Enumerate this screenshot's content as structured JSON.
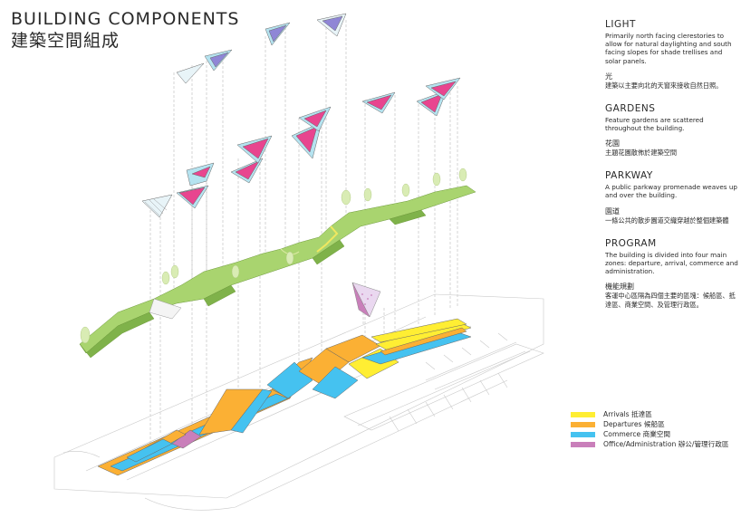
{
  "header": {
    "title": "BUILDING COMPONENTS",
    "subtitle": "建築空間組成"
  },
  "sections": [
    {
      "heading": "LIGHT",
      "body": "Primarily north facing clerestories to allow for natural daylighting and south facing slopes for shade trellises and solar panels.",
      "zh_heading": "光",
      "zh_body": "建築以主要向北的天窗來接收自然日照。"
    },
    {
      "heading": "GARDENS",
      "body": "Feature gardens are scattered throughout the building.",
      "zh_heading": "花園",
      "zh_body": "主題花園散佈於建築空間"
    },
    {
      "heading": "PARKWAY",
      "body": "A public parkway promenade weaves up and over the building.",
      "zh_heading": "園道",
      "zh_body": "一條公共的散步園道交織穿越於整個建築體"
    },
    {
      "heading": "PROGRAM",
      "body": "The building is divided into four main zones: departure, arrival, commerce and administration.",
      "zh_heading": "機能規劃",
      "zh_body": "客運中心區隔為四個主要的區塊：候船區、抵達區、商業空間、及管理行政區。"
    }
  ],
  "legend": [
    {
      "label": "Arrivals 抵達區",
      "color": "#ffee33"
    },
    {
      "label": "Departures 候船區",
      "color": "#fbb034"
    },
    {
      "label": "Commerce 商業空間",
      "color": "#45c2f0"
    },
    {
      "label": "Office/Administration 辦公/管理行政區",
      "color": "#c97fba"
    }
  ],
  "colors": {
    "green": "#a9d46f",
    "green_dark": "#7fb24a",
    "pink": "#e8458f",
    "sky": "#b5e3f0",
    "purple": "#8f86d6",
    "tree": "#d9ecb4"
  }
}
